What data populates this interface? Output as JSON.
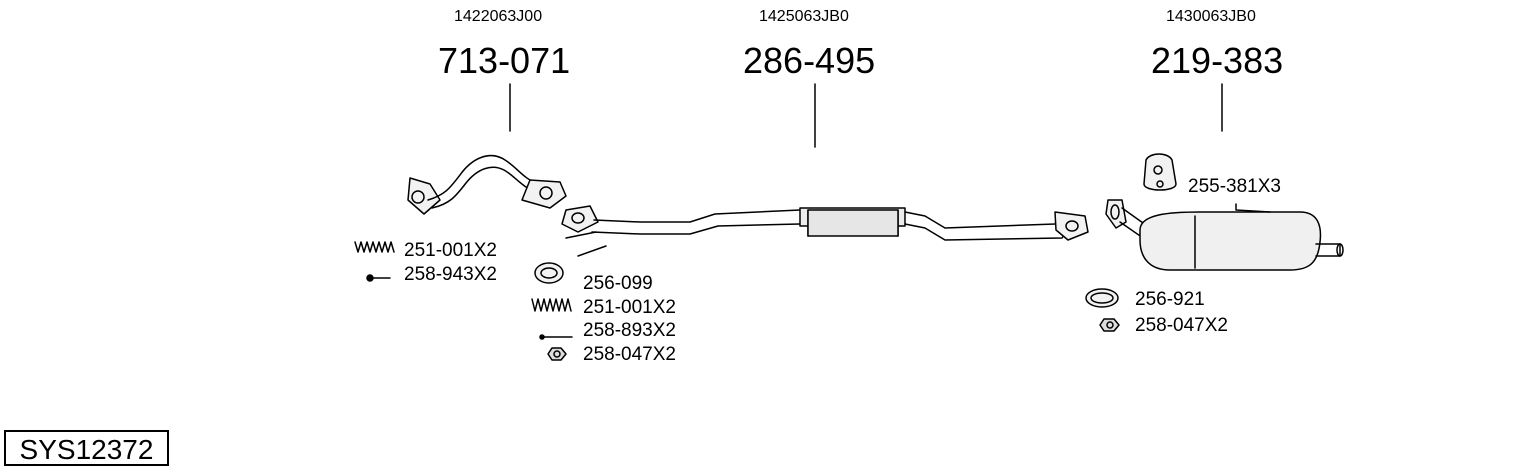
{
  "title": "Exhaust system diagram",
  "system_code": "SYS12372",
  "main_parts": [
    {
      "oem": "1422063J00",
      "part": "713-071"
    },
    {
      "oem": "1425063JB0",
      "part": "286-495"
    },
    {
      "oem": "1430063JB0",
      "part": "219-383"
    }
  ],
  "accessories": {
    "group1": [
      "251-001X2",
      "258-943X2"
    ],
    "group2": [
      "256-099",
      "251-001X2",
      "258-893X2",
      "258-047X2"
    ],
    "group3": [
      "255-381X3",
      "256-921",
      "258-047X2"
    ]
  }
}
